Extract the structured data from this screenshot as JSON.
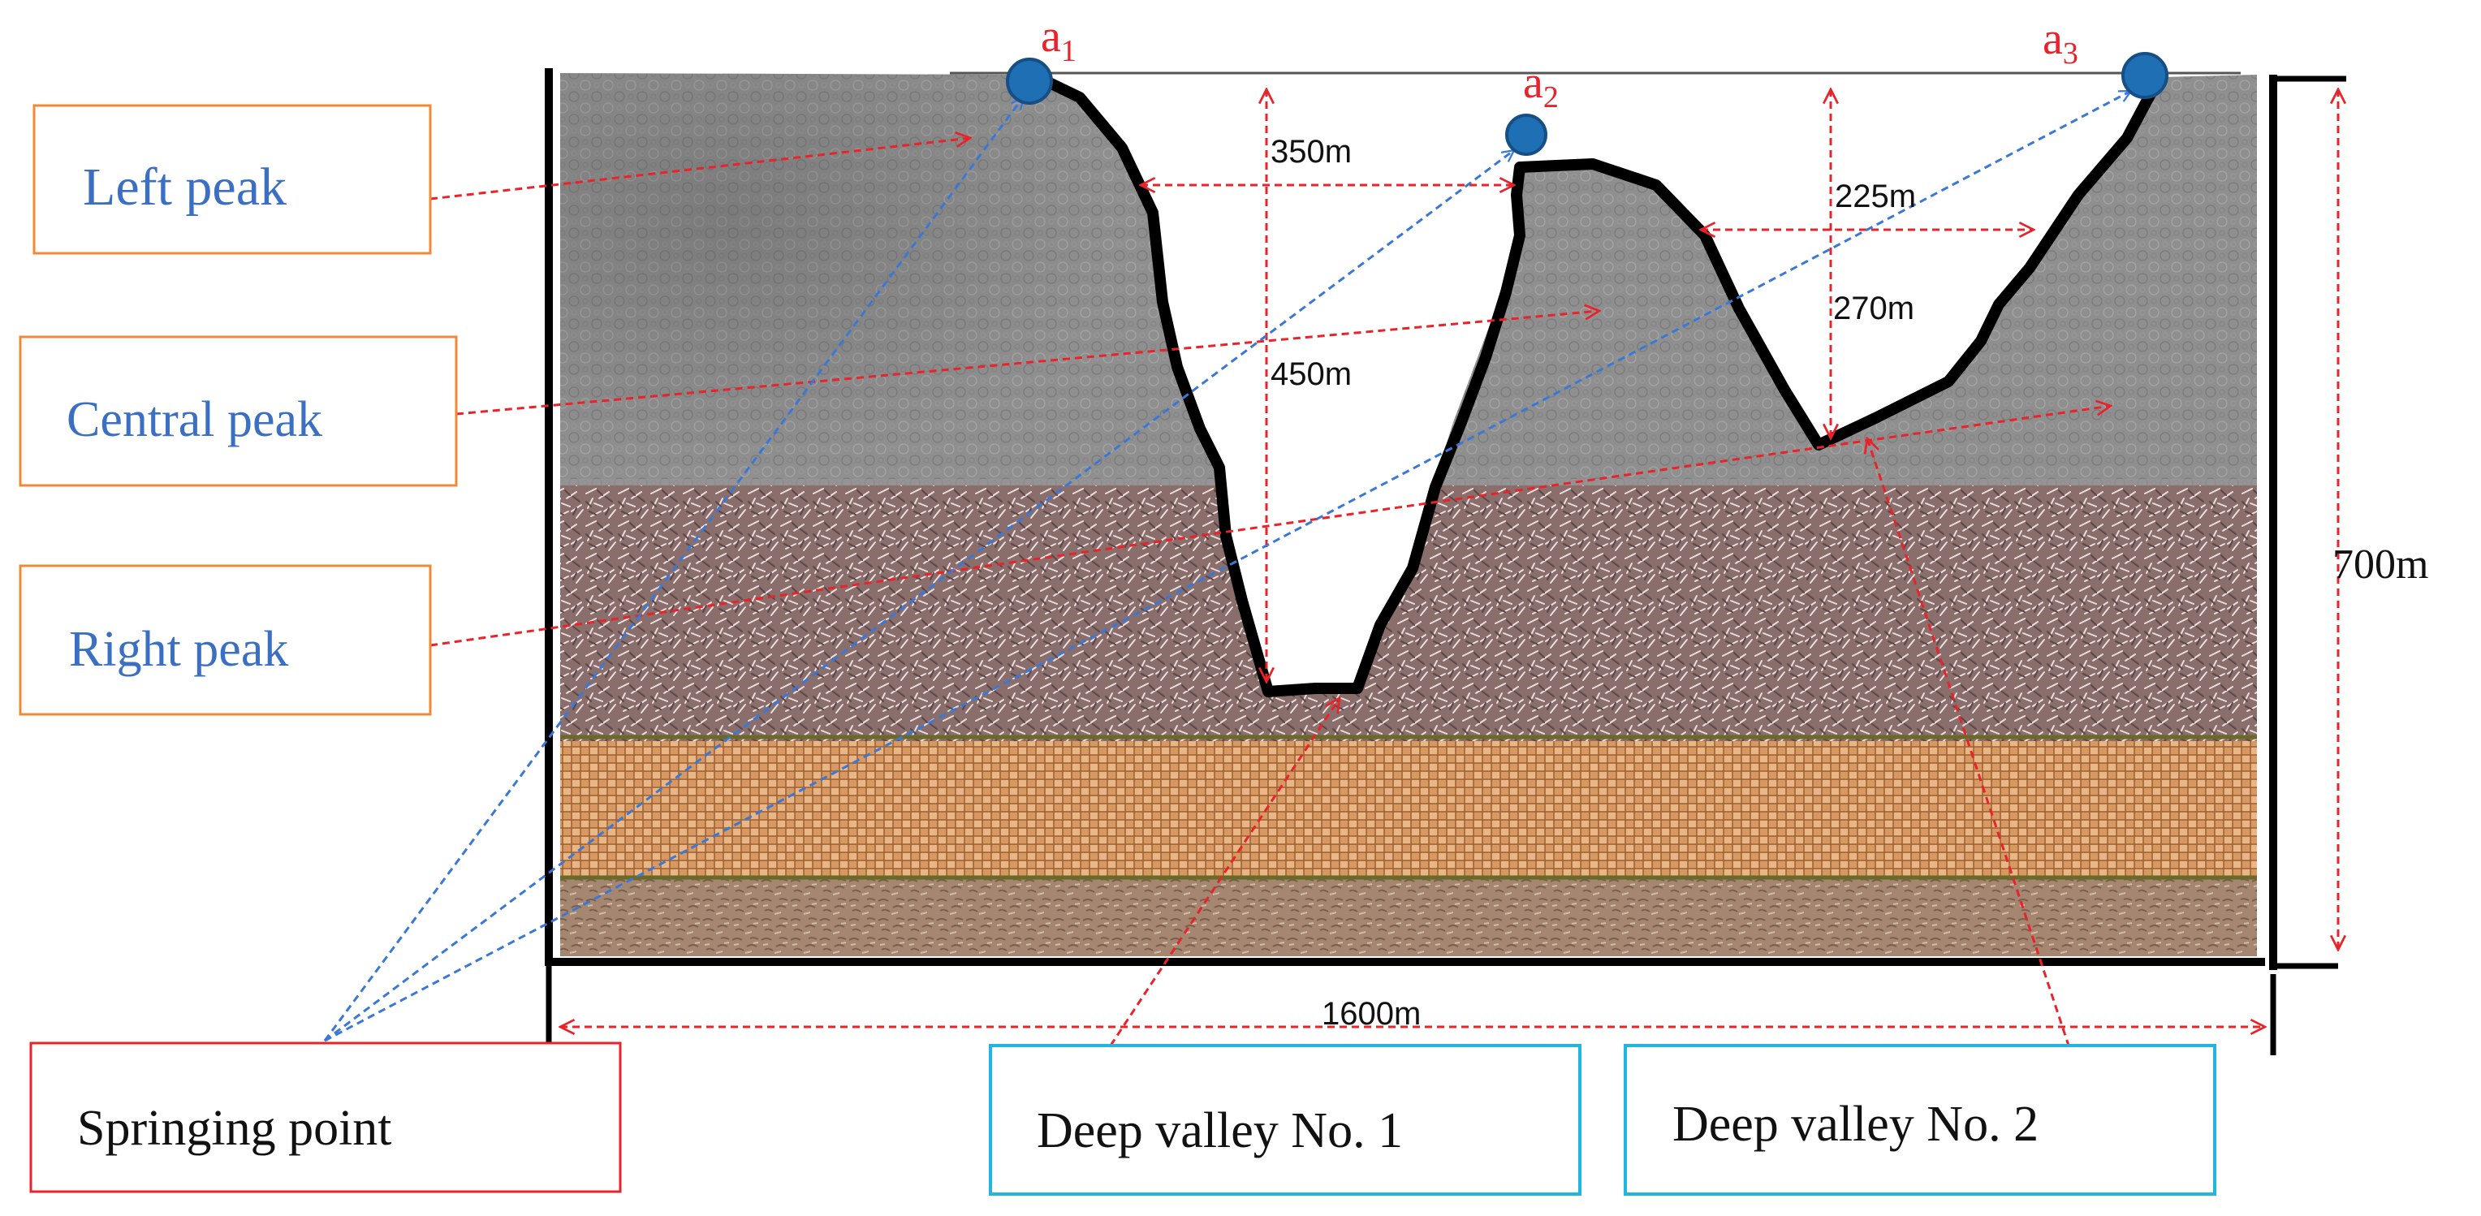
{
  "labels": {
    "left_peak": "Left peak",
    "central_peak": "Central peak",
    "right_peak": "Right peak",
    "springing_point": "Springing point",
    "deep_valley_1": "Deep valley No. 1",
    "deep_valley_2": "Deep valley No. 2"
  },
  "points": {
    "a1": {
      "letter": "a",
      "sub": "1"
    },
    "a2": {
      "letter": "a",
      "sub": "2"
    },
    "a3": {
      "letter": "a",
      "sub": "3"
    }
  },
  "dimensions": {
    "width_1600": "1600m",
    "height_700": "700m",
    "span_350": "350m",
    "depth_450": "450m",
    "span_225": "225m",
    "depth_270": "270m"
  },
  "colors": {
    "label_text": "#3a6fc4",
    "peak_box_border": "#f0883a",
    "springing_box_border": "#e8232a",
    "valley_box_border": "#22b5e0",
    "point_label": "#e8232a",
    "point_fill": "#1f6fb5",
    "red_dim": "#e8232a",
    "blue_dash": "#3a78d8",
    "rock_gray": "#8e8e8e",
    "soil_mauve": "#8a6e6c",
    "sand_orange": "#d39460",
    "bottom_layer": "#a68670"
  }
}
